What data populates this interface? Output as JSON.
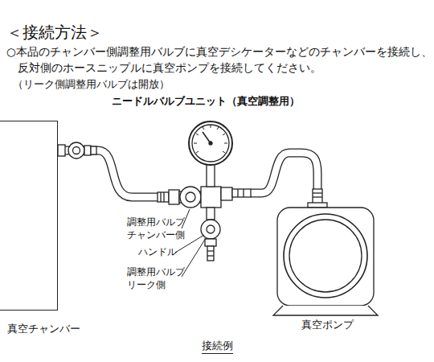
{
  "diagram": {
    "title": "＜接続方法＞",
    "caption": "接続例",
    "nodes": [
      {
        "text": [
          "真空チャンバー"
        ]
      },
      {
        "text": [
          "ニードルバルブユニット（真空調整用）"
        ]
      },
      {
        "text": [
          "真空ポンプ"
        ]
      }
    ],
    "edges": [
      {
        "from": 0,
        "to": 1,
        "arrow": "none"
      },
      {
        "from": 1,
        "to": 2,
        "arrow": "none"
      }
    ],
    "labels": [
      "○本品のチャンバー側調整用バルブに真空デシケーターなどのチャンバーを接続し、",
      "反対側のホースニップルに真空ポンプを接続してください。",
      "（リーク側調整用バルブは開放）",
      "調整用バルブ",
      "チャンバー側",
      "ハンドル",
      "調整用バルブ",
      "リーク側"
    ]
  }
}
